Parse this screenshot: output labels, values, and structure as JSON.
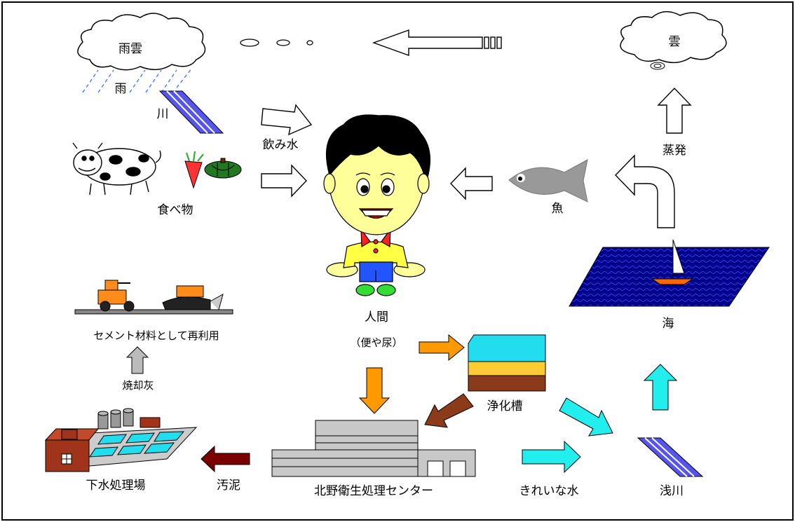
{
  "labels": {
    "rain_cloud": "雨雲",
    "rain": "雨",
    "cloud": "雲",
    "river_upper": "川",
    "drinking_water": "飲み水",
    "food": "食べ物",
    "evaporation": "蒸発",
    "fish": "魚",
    "sea": "海",
    "human": "人間",
    "human_sub": "（便や尿）",
    "septic_tank": "浄化槽",
    "cement_reuse": "セメント材料として再利用",
    "incineration_ash": "焼却灰",
    "sewage_plant": "下水処理場",
    "sludge": "汚泥",
    "center": "北野衛生処理センター",
    "clean_water": "きれいな水",
    "shallow_river": "浅川"
  },
  "colors": {
    "river": "#5555ee",
    "sea": "#00008b",
    "arrow_orange": "#ff9900",
    "arrow_brown": "#8b3a1a",
    "arrow_darkred": "#7a0000",
    "arrow_cyan": "#22eeee",
    "arrow_gray": "#bbbbbb",
    "skin": "#ffff99",
    "shirt": "#ffff44",
    "pants": "#2255ff",
    "shoes": "#33dd33",
    "building": "#c8c8c8",
    "brick": "#a0341a",
    "septic_top": "#22ddee",
    "septic_mid": "#ffcc33",
    "septic_bottom": "#8b3a1a"
  }
}
